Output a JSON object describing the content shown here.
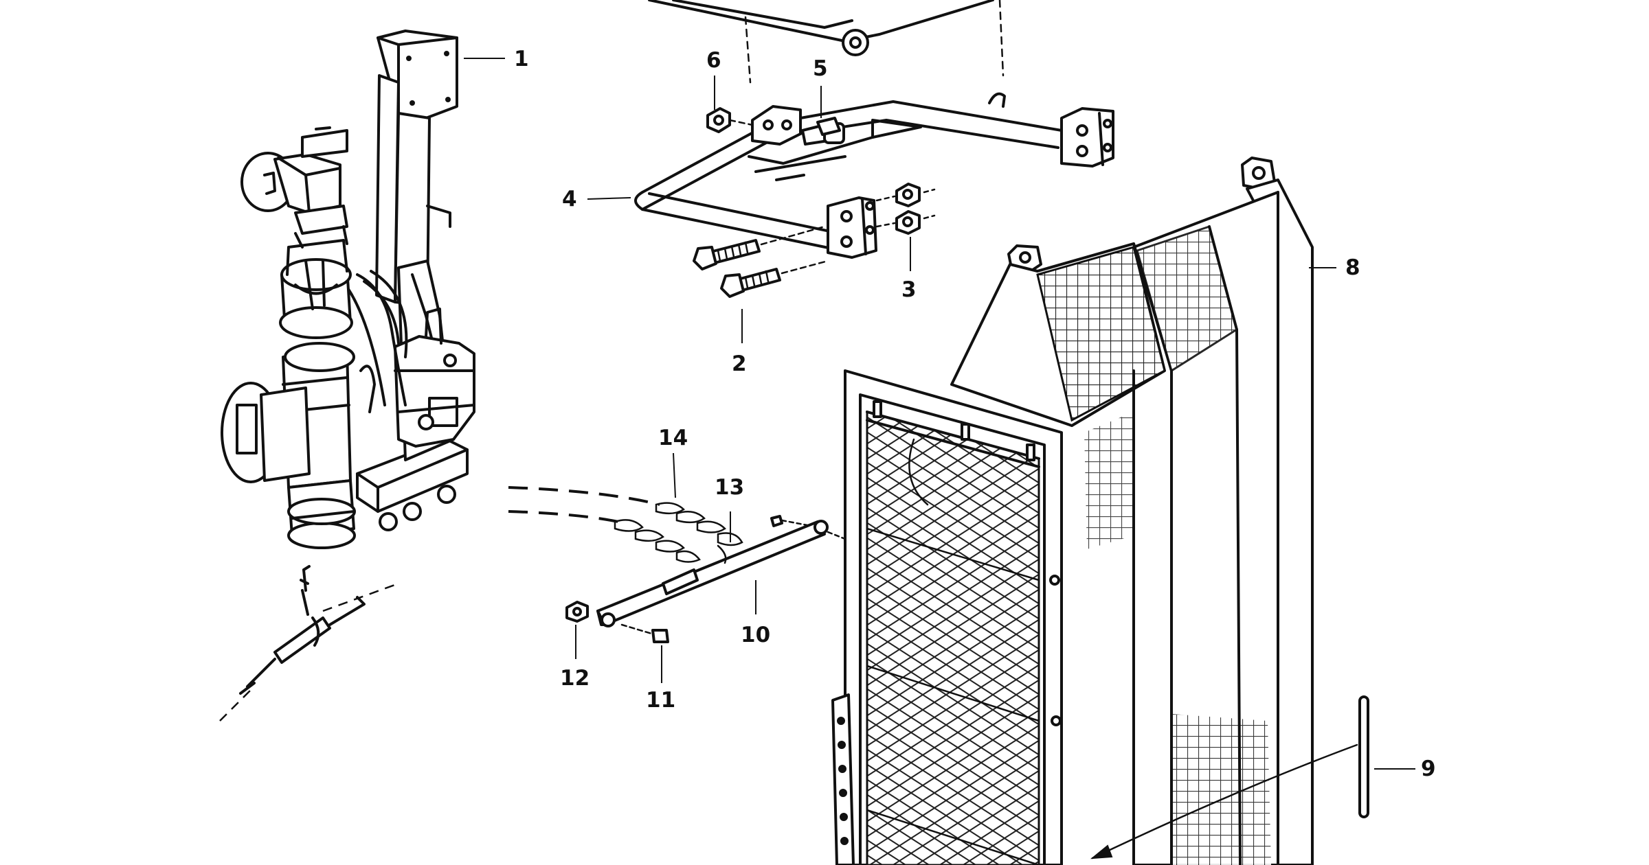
{
  "callouts": [
    {
      "id": "1",
      "label": "1"
    },
    {
      "id": "2",
      "label": "2"
    },
    {
      "id": "3",
      "label": "3"
    },
    {
      "id": "4",
      "label": "4"
    },
    {
      "id": "5",
      "label": "5"
    },
    {
      "id": "6",
      "label": "6"
    },
    {
      "id": "8",
      "label": "8"
    },
    {
      "id": "9",
      "label": "9"
    },
    {
      "id": "10",
      "label": "10"
    },
    {
      "id": "11",
      "label": "11"
    },
    {
      "id": "12",
      "label": "12"
    },
    {
      "id": "13",
      "label": "13"
    },
    {
      "id": "14",
      "label": "14"
    }
  ],
  "colors": {
    "ink": "#111111",
    "paper": "#ffffff"
  }
}
